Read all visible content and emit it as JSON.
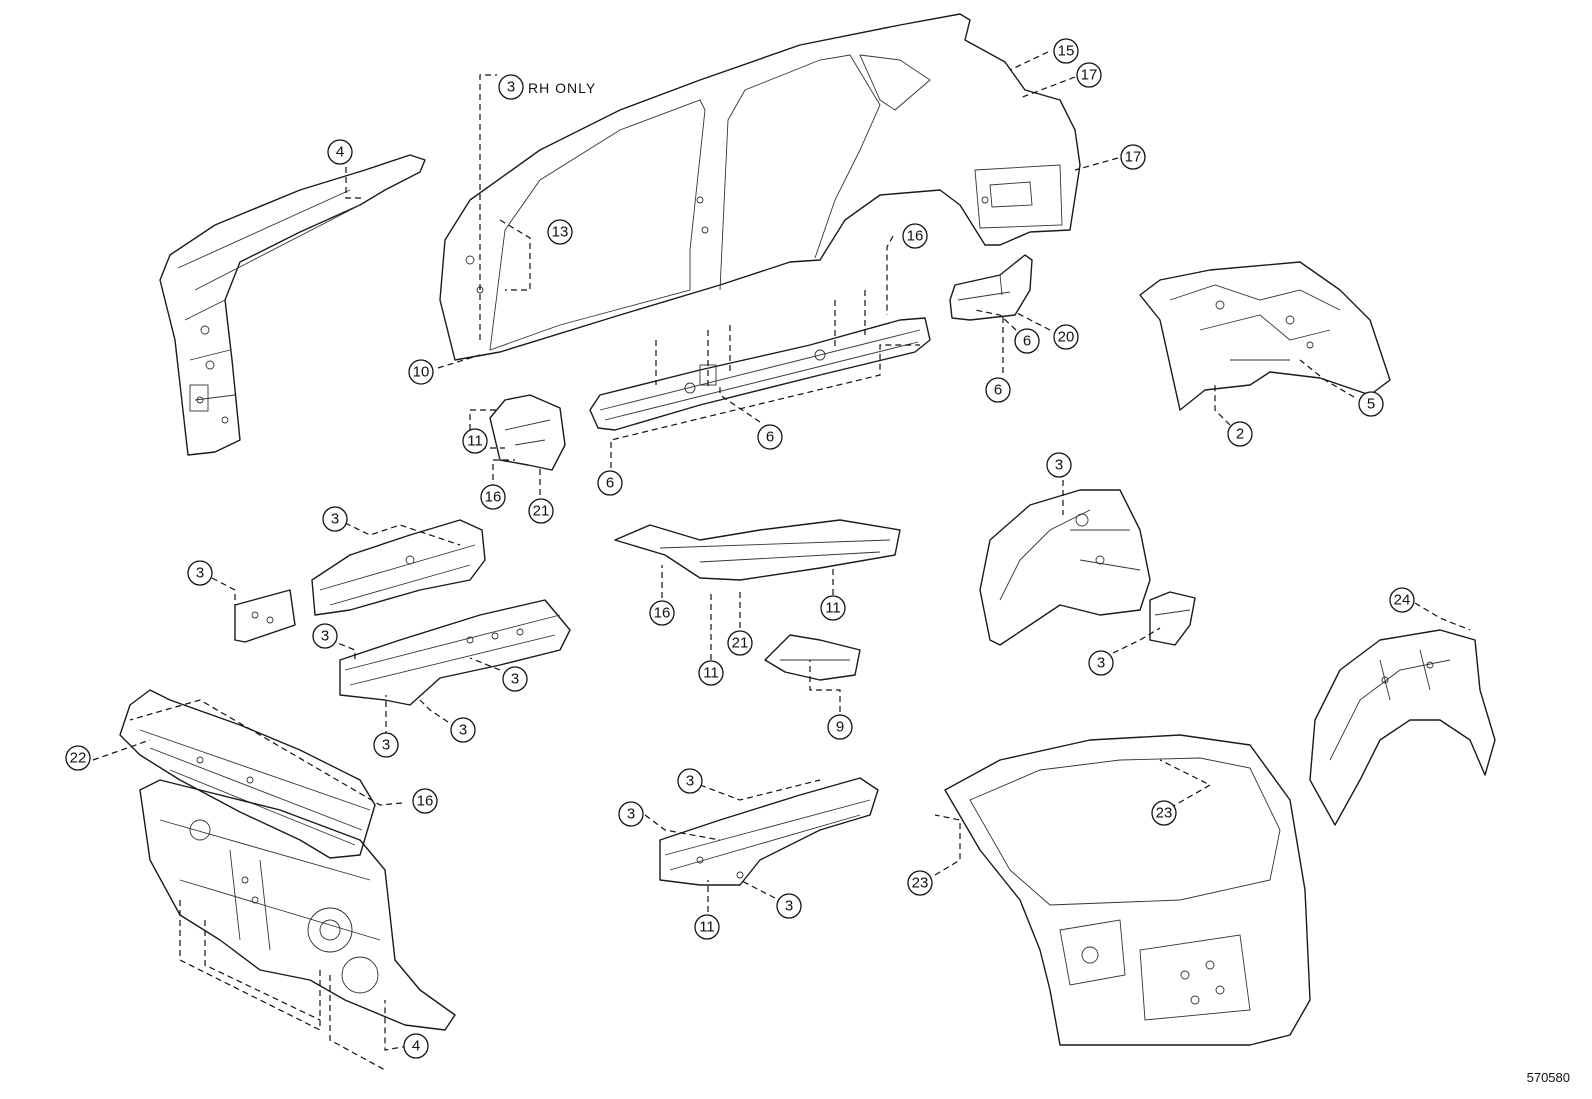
{
  "diagram": {
    "drawing_id": "570580",
    "note": "RH ONLY",
    "callouts": [
      "3",
      "4",
      "13",
      "10",
      "15",
      "17",
      "17",
      "16",
      "20",
      "6",
      "6",
      "5",
      "2",
      "11",
      "16",
      "21",
      "6",
      "6",
      "3",
      "3",
      "3",
      "3",
      "3",
      "3",
      "16",
      "11",
      "21",
      "11",
      "9",
      "3",
      "3",
      "24",
      "22",
      "16",
      "3",
      "3",
      "3",
      "11",
      "23",
      "23",
      "4"
    ]
  }
}
